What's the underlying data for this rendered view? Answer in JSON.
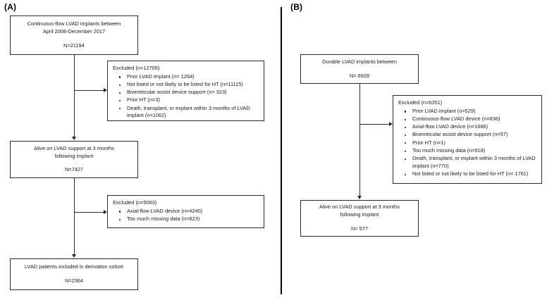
{
  "panels": {
    "a": {
      "label": "(A)",
      "nodes": {
        "source": {
          "line1": "Continuous-flow LVAD implants between",
          "line2": "April 2008-December 2017",
          "n": "N=21194"
        },
        "excluded1": {
          "head": "Excluded  (n=12705)",
          "items": [
            "Prior LVAD implant (n= 1264)",
            "Not listed or not likely to be listed for HT (n=11115)",
            "Biventricular assist device support (n= 323)",
            "Prior HT (n=3)",
            "Death, transplant, or explant within 3 months of LVAD implant (n=1062)"
          ]
        },
        "alive": {
          "line1": "Alive on LVAD support at 3 months",
          "line2": "following implant",
          "n": "N=7427"
        },
        "excluded2": {
          "head": "Excluded  (n=5063)",
          "items": [
            "Axial-flow LVAD device (n=4240)",
            "Too much missing data (n=823)"
          ]
        },
        "final": {
          "line1": "LVAD patients included in derivation cohort",
          "line2": "",
          "n": "N=2364"
        }
      }
    },
    "b": {
      "label": "(B)",
      "nodes": {
        "source": {
          "line1": "Durable LVAD implants between",
          "line2": "",
          "n": "N= 6928"
        },
        "excluded1": {
          "head": "Excluded (n=6351)",
          "items": [
            "Prior LVAD implant (n=529)",
            "Continuous-flow LVAD device (n=636)",
            "Axial-flow LVAD device (n=1686)",
            "Biventricular assist device support (n=57)",
            "Prior HT (n=1)",
            "Too much missing data (n=918)",
            "Death, transplant, or explant within 3 months of LVAD implant (n=770)",
            "Not listed or not likely to be listed for HT (n= 1761)"
          ]
        },
        "alive": {
          "line1": "Alive on LVAD support at 3 months",
          "line2": "following implant",
          "n": "N= 577"
        }
      }
    }
  },
  "colors": {
    "stroke": "#2b2b2b",
    "text": "#1a1a1a",
    "background": "#ffffff"
  }
}
